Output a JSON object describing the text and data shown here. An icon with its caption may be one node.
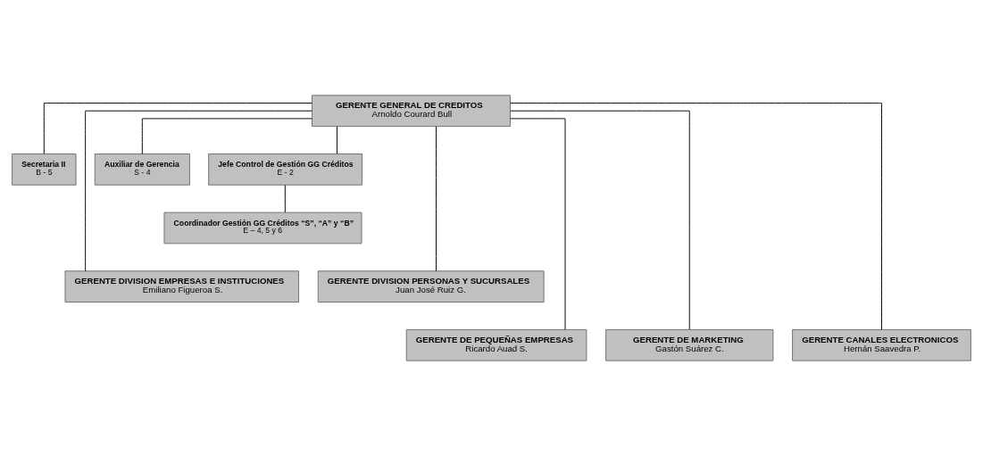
{
  "diagram": {
    "nodes": [
      {
        "text": [
          "GERENTE GENERAL DE CREDITOS",
          "Arnoldo Courard Bull"
        ]
      },
      {
        "text": [
          "Secretaria II",
          "B - 5"
        ]
      },
      {
        "text": [
          "Auxiliar de Gerencia",
          "S - 4"
        ]
      },
      {
        "text": [
          "Jefe Control de Gestión GG Créditos",
          "E - 2"
        ]
      },
      {
        "text": [
          "Coordinador Gestión GG Créditos “S”, “A” y “B”",
          "E – 4, 5 y 6"
        ]
      },
      {
        "text": [
          "GERENTE DIVISION EMPRESAS E INSTITUCIONES",
          "Emiliano Figueroa S."
        ]
      },
      {
        "text": [
          "GERENTE DIVISION PERSONAS Y SUCURSALES",
          "Juan José Ruiz G."
        ]
      },
      {
        "text": [
          "GERENTE DE PEQUEÑAS EMPRESAS",
          "Ricardo Auad S."
        ]
      },
      {
        "text": [
          "GERENTE DE MARKETING",
          "Gastón Suárez C."
        ]
      },
      {
        "text": [
          "GERENTE CANALES ELECTRONICOS",
          "Hernán Saavedra P."
        ]
      }
    ],
    "edges": [
      {
        "from": 0,
        "to": 1,
        "arrow": "none"
      },
      {
        "from": 0,
        "to": 2,
        "arrow": "none"
      },
      {
        "from": 0,
        "to": 3,
        "arrow": "none"
      },
      {
        "from": 3,
        "to": 4,
        "arrow": "none"
      },
      {
        "from": 0,
        "to": 5,
        "arrow": "none"
      },
      {
        "from": 0,
        "to": 6,
        "arrow": "none"
      },
      {
        "from": 0,
        "to": 7,
        "arrow": "none"
      },
      {
        "from": 0,
        "to": 8,
        "arrow": "none"
      },
      {
        "from": 0,
        "to": 9,
        "arrow": "none"
      }
    ]
  }
}
